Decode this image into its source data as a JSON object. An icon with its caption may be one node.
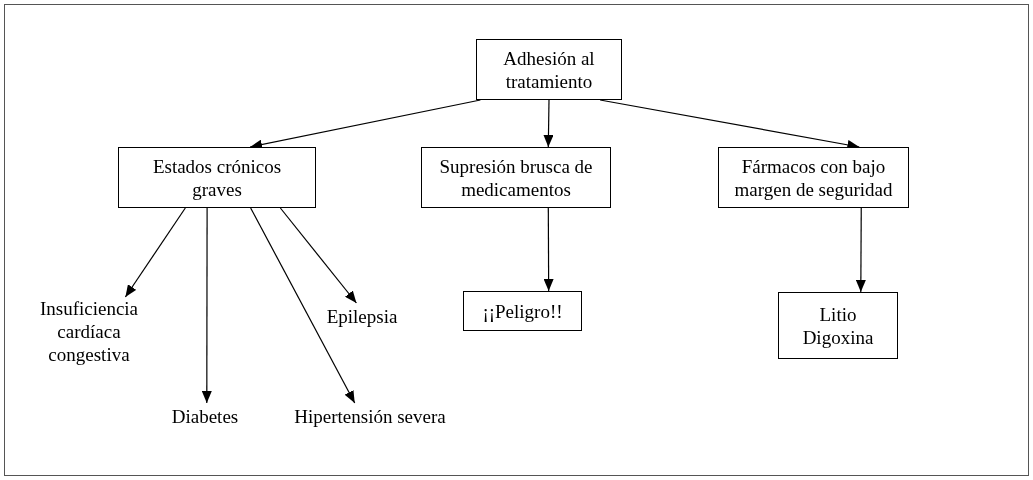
{
  "diagram": {
    "nodes": [
      {
        "text": [
          "Adhesión al tratamiento"
        ]
      },
      {
        "text": [
          "Estados crónicos graves"
        ]
      },
      {
        "text": [
          "Supresión brusca de medicamentos"
        ]
      },
      {
        "text": [
          "Fármacos con bajo margen de seguridad"
        ]
      },
      {
        "text": [
          "Insuficiencia cardíaca congestiva"
        ]
      },
      {
        "text": [
          "Diabetes"
        ]
      },
      {
        "text": [
          "Hipertensión severa"
        ]
      },
      {
        "text": [
          "Epilepsia"
        ]
      },
      {
        "text": [
          "¡¡Peligro!!"
        ]
      },
      {
        "text": [
          "Litio",
          "Digoxina"
        ]
      }
    ],
    "edges": [
      {
        "from": 0,
        "to": 1,
        "arrow": "to"
      },
      {
        "from": 0,
        "to": 2,
        "arrow": "to"
      },
      {
        "from": 0,
        "to": 3,
        "arrow": "to"
      },
      {
        "from": 1,
        "to": 4,
        "arrow": "to"
      },
      {
        "from": 1,
        "to": 5,
        "arrow": "to"
      },
      {
        "from": 1,
        "to": 6,
        "arrow": "to"
      },
      {
        "from": 1,
        "to": 7,
        "arrow": "to"
      },
      {
        "from": 2,
        "to": 8,
        "arrow": "to"
      },
      {
        "from": 3,
        "to": 9,
        "arrow": "to"
      }
    ]
  }
}
